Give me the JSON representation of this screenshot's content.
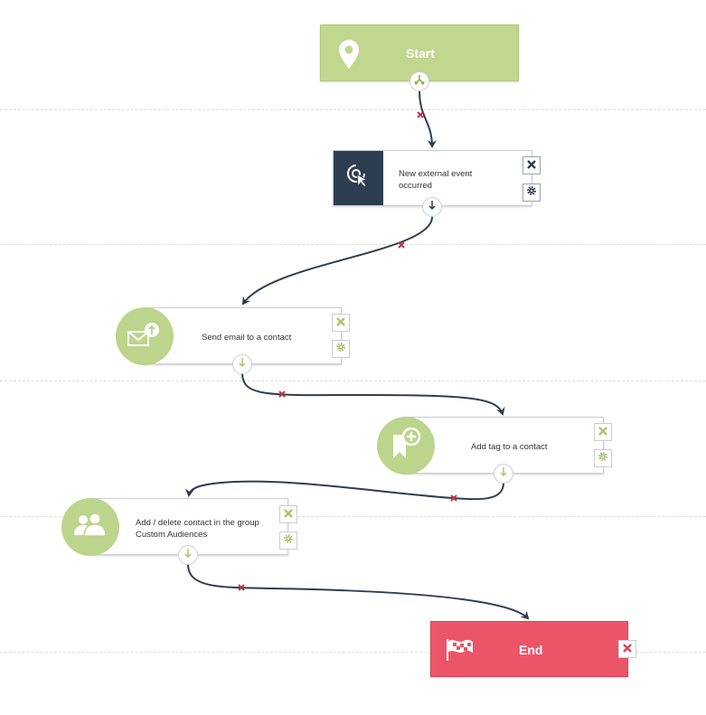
{
  "colors": {
    "start": "#c1d68e",
    "end": "#ec5568",
    "trigger": "#2d3e50",
    "action_icon": "#bcd48b",
    "edge": "#2d3e50",
    "edge_marker": "#c0353f"
  },
  "nodes": {
    "start": {
      "label": "Start",
      "icon": "map-pin-icon"
    },
    "trigger": {
      "label": "New external event occurred",
      "icon": "click-pointer-icon"
    },
    "send_email": {
      "label": "Send email to a contact",
      "icon": "email-upload-icon"
    },
    "add_tag": {
      "label": "Add tag to a contact",
      "icon": "bookmark-add-icon"
    },
    "audiences": {
      "label": "Add / delete contact in the group Custom Audiences",
      "icon": "users-icon"
    },
    "end": {
      "label": "End",
      "icon": "checkered-flag-icon"
    }
  }
}
